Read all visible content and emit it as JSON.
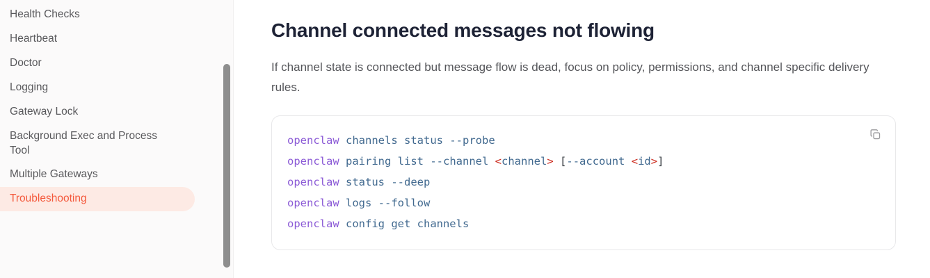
{
  "sidebar": {
    "items": [
      {
        "label": "Health Checks",
        "active": false
      },
      {
        "label": "Heartbeat",
        "active": false
      },
      {
        "label": "Doctor",
        "active": false
      },
      {
        "label": "Logging",
        "active": false
      },
      {
        "label": "Gateway Lock",
        "active": false
      },
      {
        "label": "Background Exec and Process Tool",
        "active": false
      },
      {
        "label": "Multiple Gateways",
        "active": false
      },
      {
        "label": "Troubleshooting",
        "active": true
      }
    ],
    "active_color": "#f4593c",
    "active_background": "#fdeae4",
    "background": "#fbfafa",
    "scrollbar": {
      "name": "sidebar-scrollbar",
      "color": "#8e8e8e"
    }
  },
  "main": {
    "title": "Channel connected messages not flowing",
    "paragraph": "If channel state is connected but message flow is dead, focus on policy, permissions, and channel specific delivery rules.",
    "code_block": {
      "copy_icon": "copy-icon",
      "lines": [
        [
          {
            "t": "openclaw",
            "c": "cmd"
          },
          {
            "t": " ",
            "c": "plain"
          },
          {
            "t": "channels status",
            "c": "sub"
          },
          {
            "t": " ",
            "c": "plain"
          },
          {
            "t": "--probe",
            "c": "flag"
          }
        ],
        [
          {
            "t": "openclaw",
            "c": "cmd"
          },
          {
            "t": " ",
            "c": "plain"
          },
          {
            "t": "pairing list",
            "c": "sub"
          },
          {
            "t": " ",
            "c": "plain"
          },
          {
            "t": "--channel",
            "c": "flag"
          },
          {
            "t": " ",
            "c": "plain"
          },
          {
            "t": "<",
            "c": "angle"
          },
          {
            "t": "channel",
            "c": "ph"
          },
          {
            "t": ">",
            "c": "angle"
          },
          {
            "t": " ",
            "c": "plain"
          },
          {
            "t": "[",
            "c": "brkt"
          },
          {
            "t": "--account",
            "c": "flag"
          },
          {
            "t": " ",
            "c": "plain"
          },
          {
            "t": "<",
            "c": "angle"
          },
          {
            "t": "id",
            "c": "ph"
          },
          {
            "t": ">",
            "c": "angle"
          },
          {
            "t": "]",
            "c": "brkt"
          }
        ],
        [
          {
            "t": "openclaw",
            "c": "cmd"
          },
          {
            "t": " ",
            "c": "plain"
          },
          {
            "t": "status",
            "c": "sub"
          },
          {
            "t": " ",
            "c": "plain"
          },
          {
            "t": "--deep",
            "c": "flag"
          }
        ],
        [
          {
            "t": "openclaw",
            "c": "cmd"
          },
          {
            "t": " ",
            "c": "plain"
          },
          {
            "t": "logs",
            "c": "sub"
          },
          {
            "t": " ",
            "c": "plain"
          },
          {
            "t": "--follow",
            "c": "flag"
          }
        ],
        [
          {
            "t": "openclaw",
            "c": "cmd"
          },
          {
            "t": " ",
            "c": "plain"
          },
          {
            "t": "config get channels",
            "c": "sub"
          }
        ]
      ]
    }
  }
}
